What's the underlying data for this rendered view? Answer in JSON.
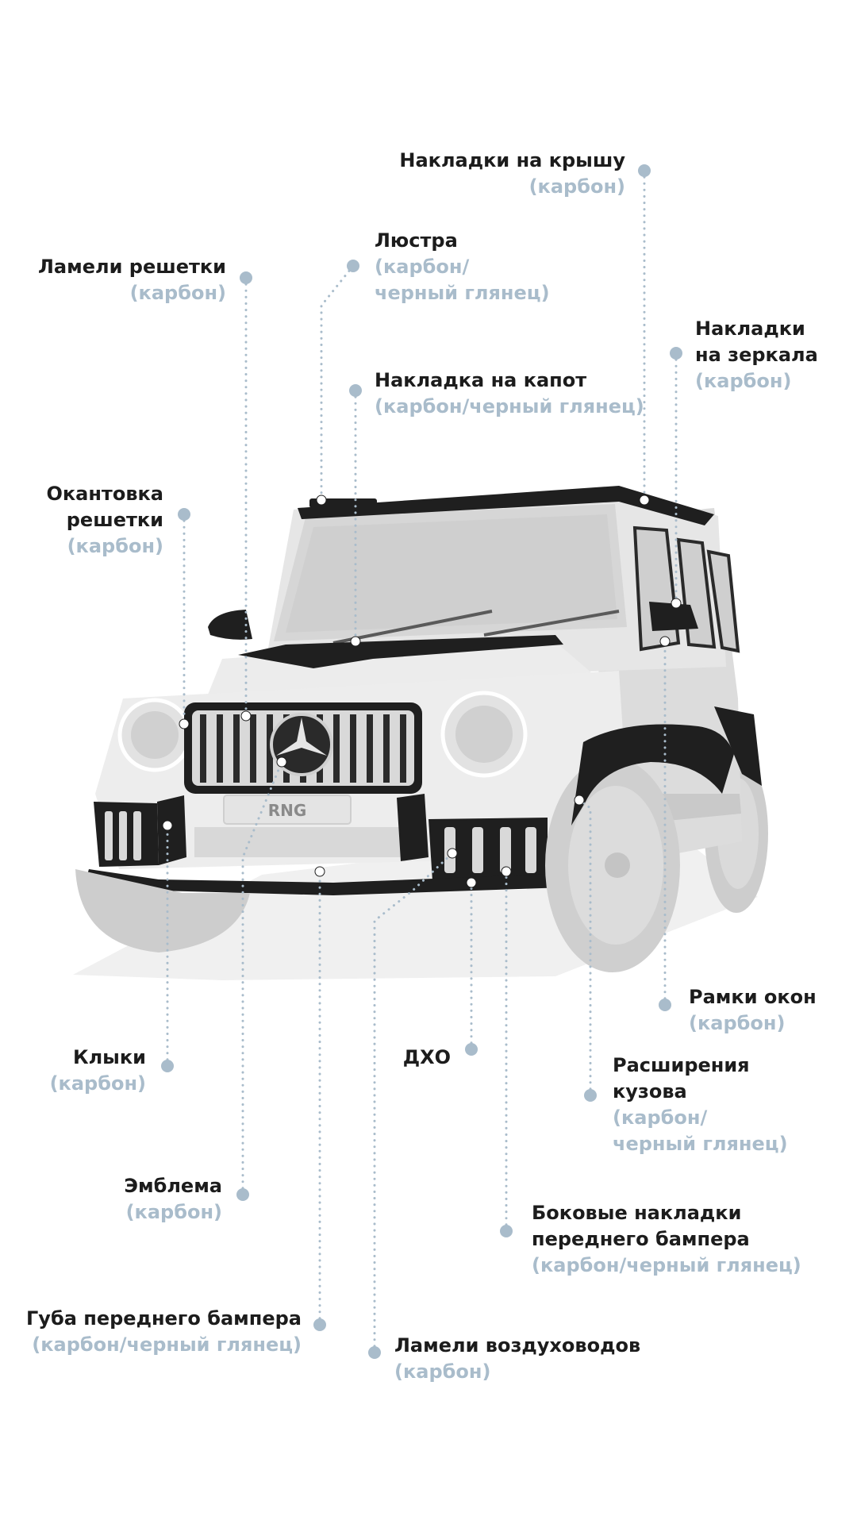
{
  "colors": {
    "title": "#1c1c1c",
    "material": "#a9bccb",
    "dot": "#a9bccb",
    "car_body": "#e3e3e3",
    "carbon": "#1f1f1f"
  },
  "car": {
    "badge_text": "RNG"
  },
  "labels": {
    "roof_trim": {
      "title": [
        "Накладки на крышу"
      ],
      "material": [
        "(карбон)"
      ]
    },
    "chandelier": {
      "title": [
        "Люстра"
      ],
      "material": [
        "(карбон/",
        "черный глянец)"
      ]
    },
    "grille_slats": {
      "title": [
        "Ламели решетки"
      ],
      "material": [
        "(карбон)"
      ]
    },
    "mirror_covers": {
      "title": [
        "Накладки",
        "на зеркала"
      ],
      "material": [
        "(карбон)"
      ]
    },
    "hood_trim": {
      "title": [
        "Накладка на капот"
      ],
      "material": [
        "(карбон/черный глянец)"
      ]
    },
    "grille_frame": {
      "title": [
        "Окантовка",
        "решетки"
      ],
      "material": [
        "(карбон)"
      ]
    },
    "window_frames": {
      "title": [
        "Рамки окон"
      ],
      "material": [
        "(карбон)"
      ]
    },
    "fangs": {
      "title": [
        "Клыки"
      ],
      "material": [
        "(карбон)"
      ]
    },
    "drl": {
      "title": [
        "ДХО"
      ],
      "material": []
    },
    "fender_flares": {
      "title": [
        "Расширения",
        "кузова"
      ],
      "material": [
        "(карбон/",
        "черный глянец)"
      ]
    },
    "emblem": {
      "title": [
        "Эмблема"
      ],
      "material": [
        "(карбон)"
      ]
    },
    "bumper_side": {
      "title": [
        "Боковые накладки",
        "переднего бампера"
      ],
      "material": [
        "(карбон/черный глянец)"
      ]
    },
    "bumper_lip": {
      "title": [
        "Губа переднего бампера"
      ],
      "material": [
        "(карбон/черный глянец)"
      ]
    },
    "air_intake_slats": {
      "title": [
        "Ламели воздуховодов"
      ],
      "material": [
        "(карбон)"
      ]
    }
  }
}
